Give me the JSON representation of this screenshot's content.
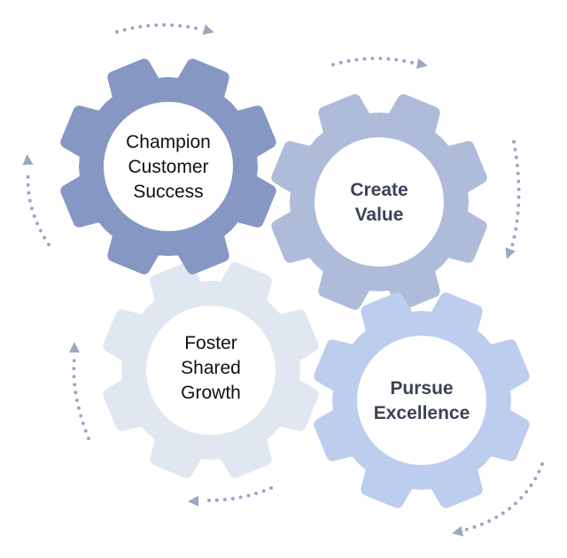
{
  "title": "Core Values Gears",
  "gears": [
    {
      "id": "champion",
      "lines": [
        "Champion",
        "Customer",
        "Success"
      ],
      "color": "#8797c4"
    },
    {
      "id": "create",
      "lines": [
        "Create",
        "Value"
      ],
      "color": "#aebcd9"
    },
    {
      "id": "foster",
      "lines": [
        "Foster",
        "Shared",
        "Growth"
      ],
      "color": "#e0e7f1"
    },
    {
      "id": "pursue",
      "lines": [
        "Pursue",
        "Excellence"
      ],
      "color": "#bccdee"
    }
  ],
  "arrow_color": "#9aa8c6"
}
